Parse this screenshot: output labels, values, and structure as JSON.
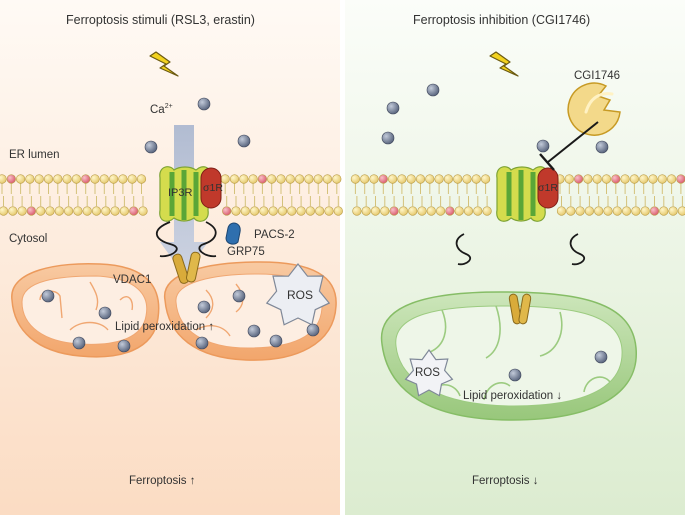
{
  "left_panel": {
    "title": "Ferroptosis stimuli (RSL3, erastin)",
    "ca_label": "Ca",
    "ca_superscript": "2+",
    "er_lumen_label": "ER lumen",
    "cytosol_label": "Cytosol",
    "ip3r_label": "IP3R",
    "sigma_label": "σ1R",
    "pacs2_label": "PACS-2",
    "grp75_label": "GRP75",
    "vdac1_label": "VDAC1",
    "ros_label": "ROS",
    "lipid_label": "Lipid peroxidation ↑",
    "outcome_label": "Ferroptosis ↑",
    "background_color": "#fde9d9"
  },
  "right_panel": {
    "title": "Ferroptosis inhibition (CGI1746)",
    "cgi_label": "CGI1746",
    "sigma_label": "σ1R",
    "ros_label": "ROS",
    "lipid_label": "Lipid peroxidation ↓",
    "outcome_label": "Ferroptosis ↓",
    "background_color": "#e6f1dd"
  },
  "colors": {
    "lipid_head": "#f3e2a0",
    "lipid_head_pink": "#e98a99",
    "channel_green": "#78bf4a",
    "channel_yellow": "#d8d94a",
    "sigma_red": "#c0392b",
    "grp75_blue": "#2f6fae",
    "vdac_gold": "#d9ab3a",
    "mito_left": "#f5b27e",
    "mito_right": "#a8d18d",
    "ion_grey": "#6e7a91"
  }
}
